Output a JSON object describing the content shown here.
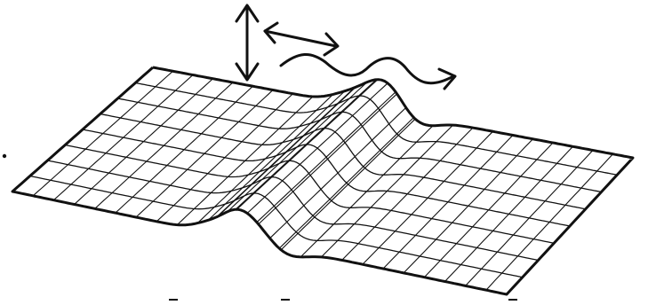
{
  "figure": {
    "subject": "wavy-membrane-with-propagating-wave",
    "line_color": "#111111",
    "background": "#ffffff",
    "grid": {
      "rows": 8,
      "cols": 24
    },
    "wave": {
      "center_fraction": 0.47,
      "width_fraction": 0.06,
      "amplitude": "large"
    },
    "icons": [
      "vertical-double-arrow-icon",
      "diagonal-double-arrow-icon",
      "wavy-arrow-icon"
    ]
  }
}
